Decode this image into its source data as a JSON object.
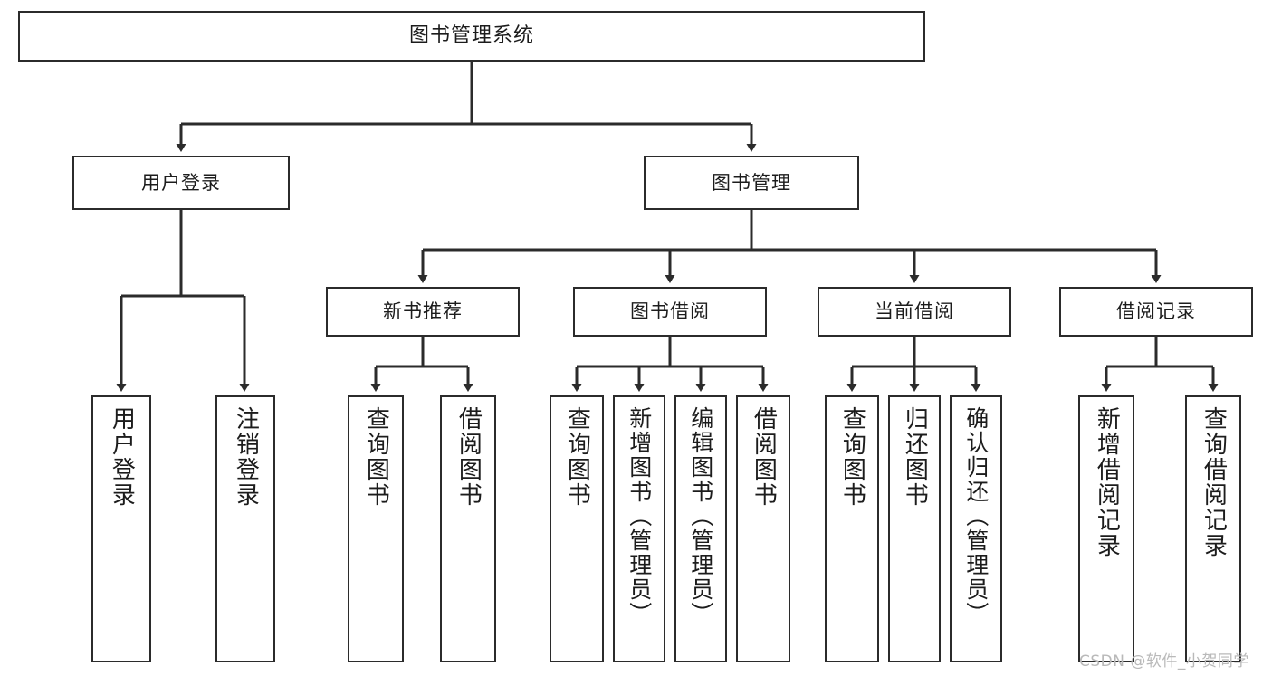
{
  "diagram": {
    "title": "图书管理系统",
    "type": "functional-structure-tree",
    "watermark": "CSDN @软件_小贺同学",
    "colors": {
      "stroke": "#2b2b2b",
      "fill": "#ffffff",
      "text": "#1c1c1c",
      "watermark": "#b9b9b9"
    },
    "levels": {
      "root": {
        "label": "图书管理系统"
      },
      "level2": [
        {
          "id": "user-login",
          "label": "用户登录"
        },
        {
          "id": "book-management",
          "label": "图书管理"
        }
      ],
      "level3": [
        {
          "id": "new-book-recommend",
          "label": "新书推荐"
        },
        {
          "id": "book-borrow",
          "label": "图书借阅"
        },
        {
          "id": "current-borrow",
          "label": "当前借阅"
        },
        {
          "id": "borrow-record",
          "label": "借阅记录"
        }
      ],
      "leaves": [
        {
          "id": "leaf-user-login",
          "label": "用户登录",
          "parent": "user-login"
        },
        {
          "id": "leaf-logout-login",
          "label": "注销登录",
          "parent": "user-login"
        },
        {
          "id": "leaf-query-book-1",
          "label": "查询图书",
          "parent": "new-book-recommend"
        },
        {
          "id": "leaf-borrow-book-1",
          "label": "借阅图书",
          "parent": "new-book-recommend"
        },
        {
          "id": "leaf-query-book-2",
          "label": "查询图书",
          "parent": "book-borrow"
        },
        {
          "id": "leaf-add-book",
          "label": "新增图书（管理员）",
          "parent": "book-borrow"
        },
        {
          "id": "leaf-edit-book",
          "label": "编辑图书（管理员）",
          "parent": "book-borrow"
        },
        {
          "id": "leaf-borrow-book-2",
          "label": "借阅图书",
          "parent": "book-borrow"
        },
        {
          "id": "leaf-query-book-3",
          "label": "查询图书",
          "parent": "current-borrow"
        },
        {
          "id": "leaf-return-book",
          "label": "归还图书",
          "parent": "current-borrow"
        },
        {
          "id": "leaf-confirm-return",
          "label": "确认归还（管理员）",
          "parent": "current-borrow"
        },
        {
          "id": "leaf-add-record",
          "label": "新增借阅记录",
          "parent": "borrow-record"
        },
        {
          "id": "leaf-query-record",
          "label": "查询借阅记录",
          "parent": "borrow-record"
        }
      ]
    }
  }
}
